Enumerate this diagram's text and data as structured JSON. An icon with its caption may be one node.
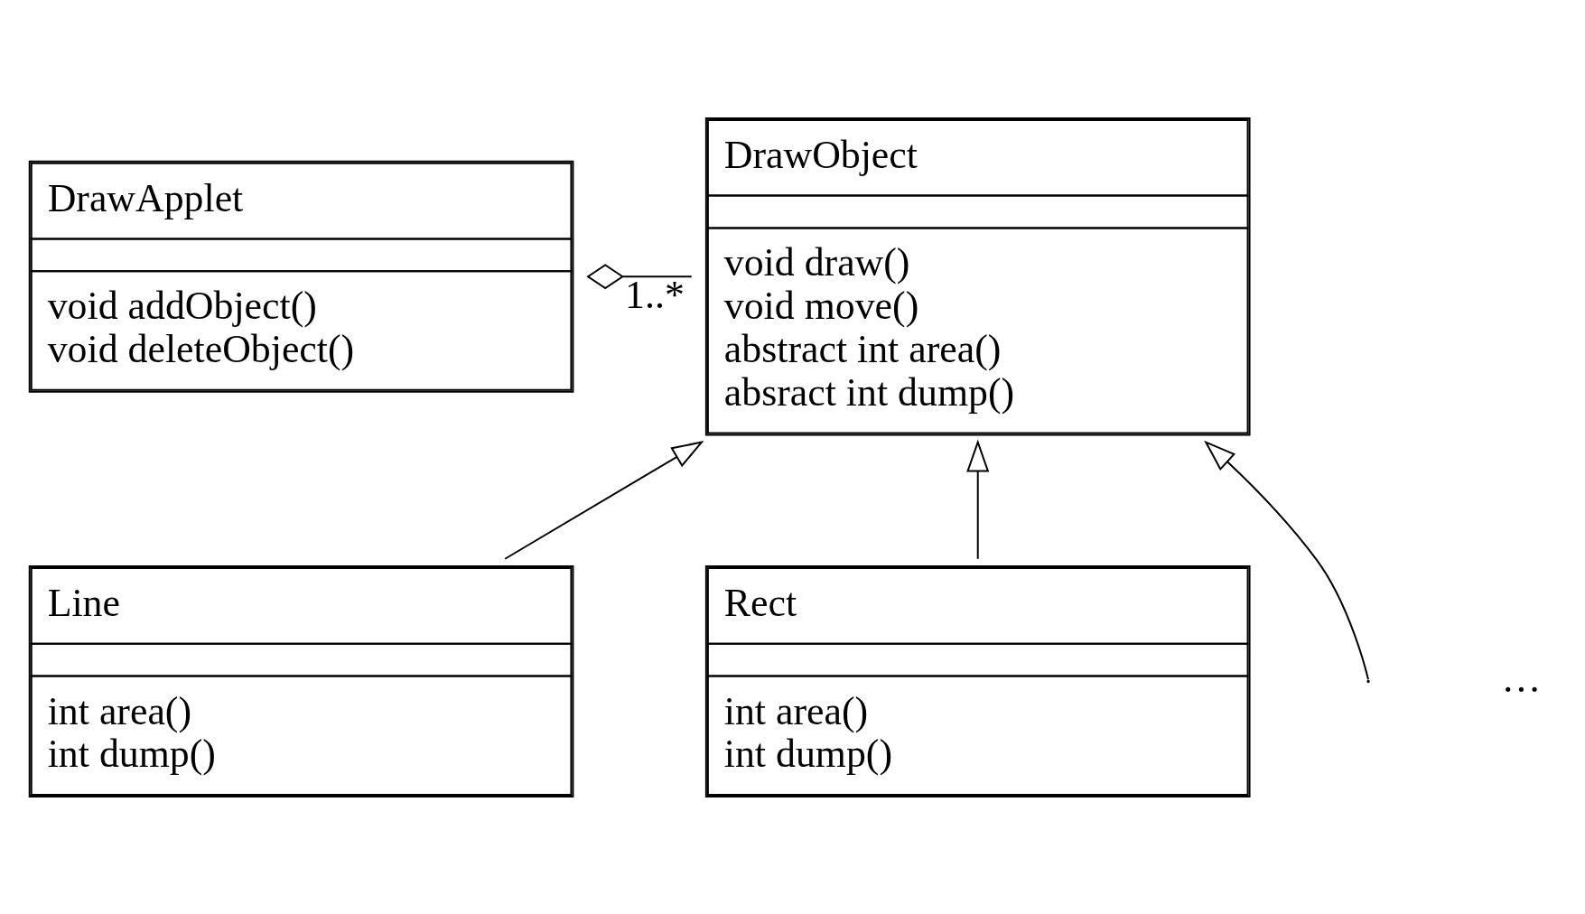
{
  "diagram": {
    "nodes": [
      {
        "text": [
          "DrawApplet",
          "void addObject()",
          "void deleteObject()"
        ]
      },
      {
        "text": [
          "DrawObject",
          "void draw()",
          "void move()",
          "abstract int area()",
          "absract int dump()"
        ]
      },
      {
        "text": [
          "Line",
          "int area()",
          "int dump()"
        ]
      },
      {
        "text": [
          "Rect",
          "int area()",
          "int dump()"
        ]
      }
    ],
    "edges": [
      {
        "from": 1,
        "to": 0,
        "arrow": "other",
        "label": "1..*"
      },
      {
        "from": 2,
        "to": 1,
        "arrow": "to"
      },
      {
        "from": 3,
        "to": 1,
        "arrow": "to"
      },
      {
        "from": null,
        "to": 1,
        "arrow": "to"
      }
    ],
    "labels": [
      "…"
    ]
  }
}
